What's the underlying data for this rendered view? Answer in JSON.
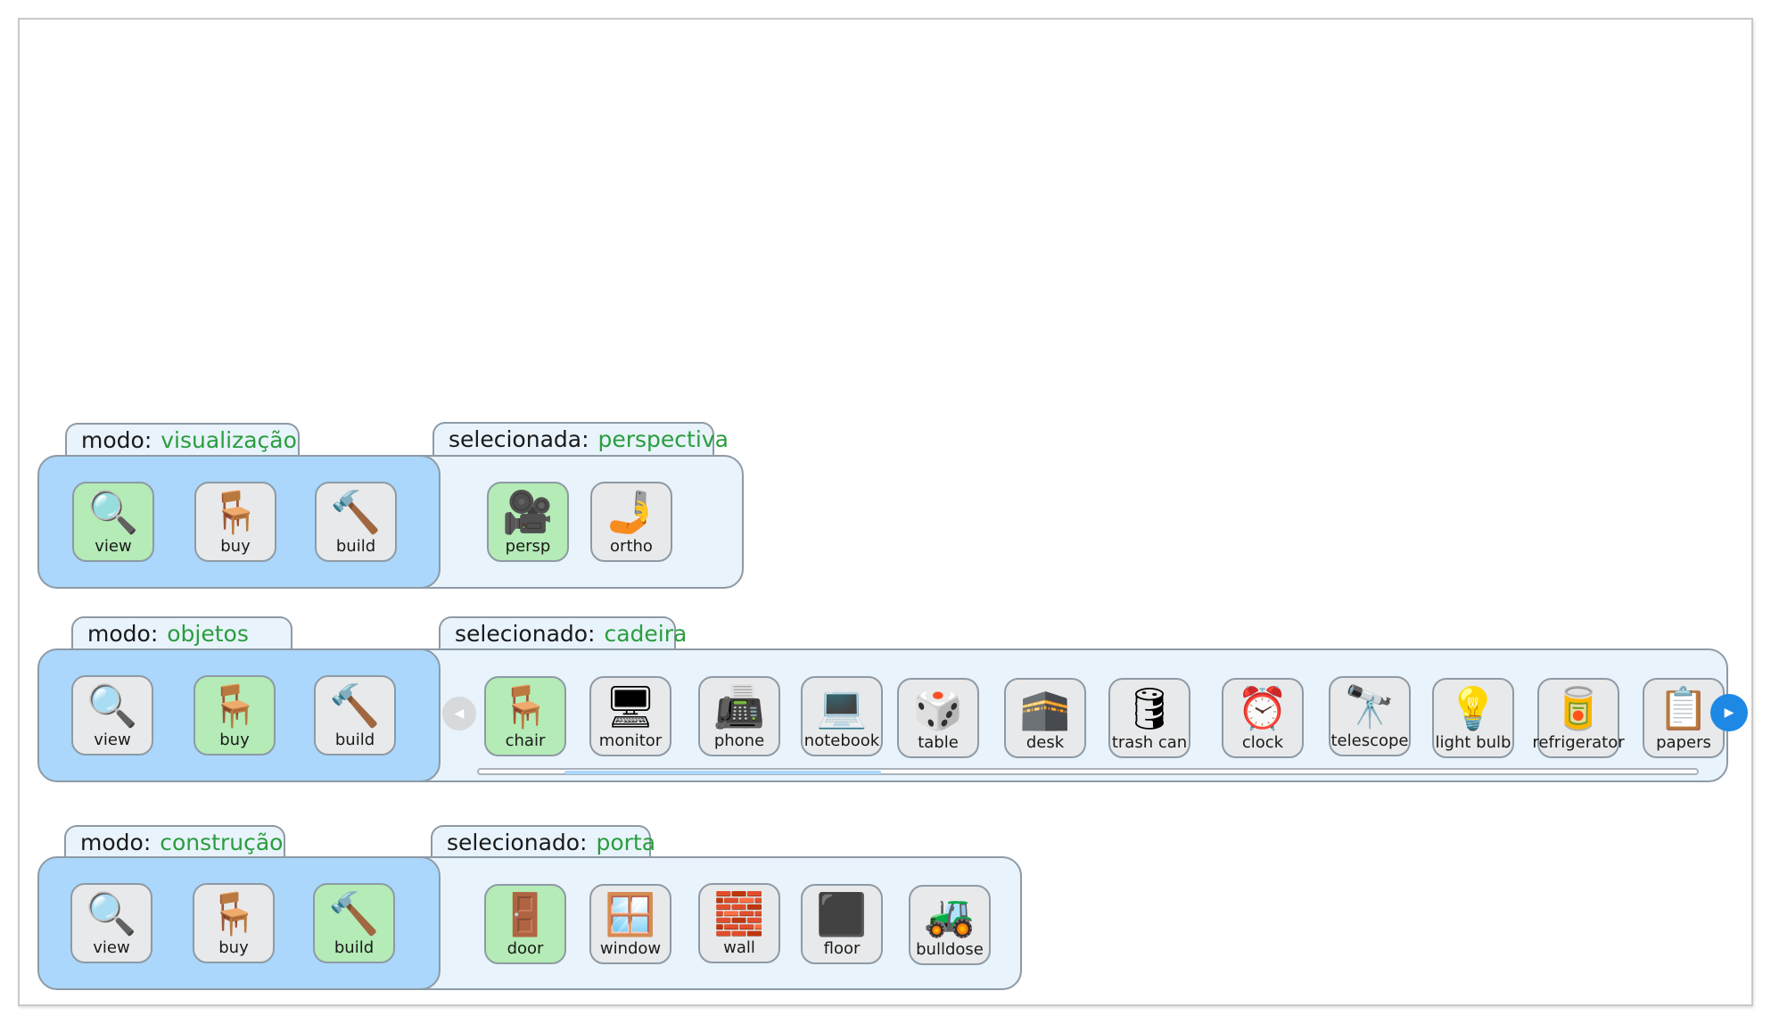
{
  "mode_buttons": {
    "view": "view",
    "buy": "buy",
    "build": "build"
  },
  "icons": {
    "view": "🔍",
    "buy": "🪑",
    "build": "🔨",
    "persp": "🎥",
    "ortho": "🤳",
    "chair": "🪑",
    "monitor": "🖥",
    "phone": "📠",
    "notebook": "💻",
    "table": "🎲",
    "desk": "🕋",
    "trash_can": "🛢",
    "clock": "⏰",
    "telescope": "🔭",
    "light_bulb": "💡",
    "refrigerator": "🥫",
    "papers": "📋",
    "door": "🚪",
    "window": "🪟",
    "wall": "🧱",
    "floor": "⬛",
    "bulldose": "🚜"
  },
  "row1": {
    "mode_prefix": "modo:",
    "mode_value": "visualização",
    "selected_prefix": "selecionada:",
    "selected_value": "perspectiva",
    "options": {
      "persp": "persp",
      "ortho": "ortho"
    }
  },
  "row2": {
    "mode_prefix": "modo:",
    "mode_value": "objetos",
    "selected_prefix": "selecionado:",
    "selected_value": "cadeira",
    "items": {
      "chair": "chair",
      "monitor": "monitor",
      "phone": "phone",
      "notebook": "notebook",
      "table": "table",
      "desk": "desk",
      "trash_can": "trash can",
      "clock": "clock",
      "telescope": "telescope",
      "light_bulb": "light bulb",
      "refrigerator": "refrigerator",
      "papers": "papers"
    },
    "scroll_position": 0.07,
    "scroll_visible_fraction": 0.26
  },
  "row3": {
    "mode_prefix": "modo:",
    "mode_value": "construção",
    "selected_prefix": "selecionado:",
    "selected_value": "porta",
    "items": {
      "door": "door",
      "window": "window",
      "wall": "wall",
      "floor": "floor",
      "bulldose": "bulldose"
    }
  },
  "nav": {
    "left_arrow": "◀",
    "right_arrow": "▶"
  }
}
